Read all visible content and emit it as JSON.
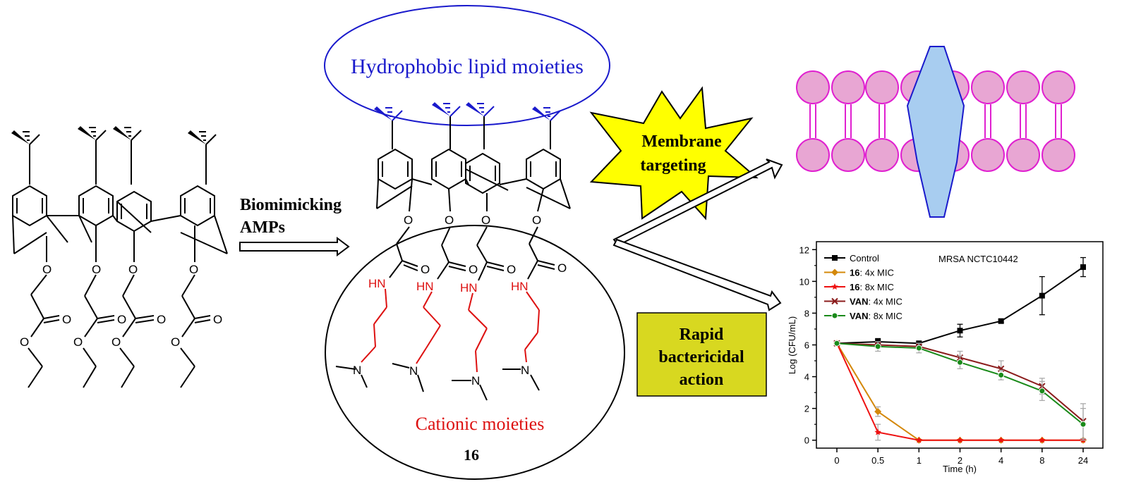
{
  "labels": {
    "hydrophobic": "Hydrophobic lipid moieties",
    "cationic": "Cationic moieties",
    "compound_number": "16",
    "biomimicking_line1": "Biomimicking",
    "biomimicking_line2": "AMPs",
    "membrane_line1": "Membrane",
    "membrane_line2": "targeting",
    "rapid_line1": "Rapid",
    "rapid_line2": "bactericidal",
    "rapid_line3": "action"
  },
  "atoms": {
    "O": "O",
    "HN": "HN",
    "N": "N"
  },
  "colors": {
    "hydrophobic": "#1a1acc",
    "cationic": "#dd1111",
    "membrane_head": "#e8a6d3",
    "membrane_stroke": "#e020d0",
    "protein_fill": "#a8cdf0",
    "protein_stroke": "#1a1acc",
    "star_fill": "#ffff00",
    "box_fill": "#d8d820"
  },
  "chart_data": {
    "type": "line",
    "annotation": "MRSA NCTC10442",
    "xlabel": "Time (h)",
    "ylabel": "Log (CFU/mL)",
    "categories": [
      "0",
      "0.5",
      "1",
      "2",
      "4",
      "8",
      "24"
    ],
    "ylim": [
      -0.5,
      12.5
    ],
    "yticks": [
      0,
      2,
      4,
      6,
      8,
      10,
      12
    ],
    "series": [
      {
        "name": "Control",
        "bold": "",
        "rest": "Control",
        "color": "#000000",
        "marker": "square",
        "values": [
          6.1,
          6.2,
          6.1,
          6.9,
          7.5,
          9.1,
          10.9
        ],
        "errors": [
          0.1,
          0.2,
          0.1,
          0.4,
          0.1,
          1.2,
          0.6
        ]
      },
      {
        "name": "16: 4x MIC",
        "bold": "16",
        "rest": ": 4x MIC",
        "color": "#d4880a",
        "marker": "diamond",
        "values": [
          6.1,
          1.8,
          0,
          0,
          0,
          0,
          0
        ],
        "errors": [
          0.1,
          0.3,
          0,
          0,
          0,
          0,
          0
        ]
      },
      {
        "name": "16: 8x MIC",
        "bold": "16",
        "rest": ": 8x MIC",
        "color": "#ee1111",
        "marker": "star",
        "values": [
          6.1,
          0.5,
          0,
          0,
          0,
          0,
          0
        ],
        "errors": [
          0.1,
          0.5,
          0,
          0,
          0,
          0,
          0
        ]
      },
      {
        "name": "VAN: 4x MIC",
        "bold": "VAN",
        "rest": ": 4x MIC",
        "color": "#8b1c1c",
        "marker": "x",
        "values": [
          6.1,
          6.0,
          5.9,
          5.2,
          4.5,
          3.4,
          1.2
        ],
        "errors": [
          0.1,
          0.2,
          0.2,
          0.4,
          0.5,
          0.5,
          1.1
        ]
      },
      {
        "name": "VAN: 8x MIC",
        "bold": "VAN",
        "rest": ": 8x MIC",
        "color": "#1a8a1a",
        "marker": "circle",
        "values": [
          6.1,
          5.9,
          5.8,
          4.9,
          4.1,
          3.1,
          1.0
        ],
        "errors": [
          0.1,
          0.3,
          0.3,
          0.4,
          0.3,
          0.6,
          1.0
        ]
      }
    ]
  }
}
